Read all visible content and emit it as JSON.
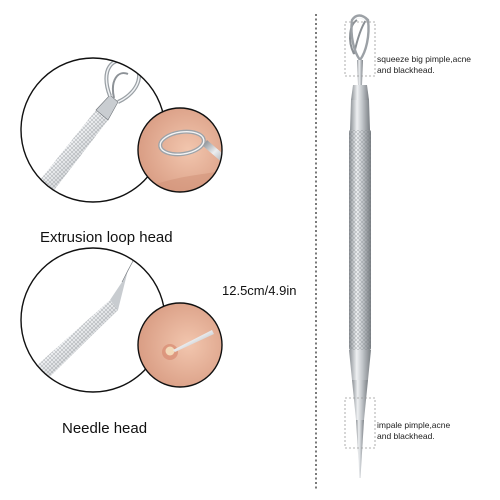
{
  "captions": {
    "loop_head": "Extrusion loop head",
    "needle_head": "Needle head"
  },
  "dimension": {
    "length": "12.5cm/4.9in"
  },
  "callouts": {
    "top_line1": "squeeze big pimple,acne",
    "top_line2": "and blackhead.",
    "bottom_line1": "impale pimple,acne",
    "bottom_line2": "and blackhead."
  },
  "colors": {
    "steel_light": "#e6e8ea",
    "steel_mid": "#b4b8bc",
    "steel_dark": "#7c8186",
    "skin": "#e9b8a0",
    "callout_line": "#888888"
  },
  "icons": {
    "loop_detail": "extrusion-loop-detail-icon",
    "needle_detail": "needle-detail-icon",
    "tool": "blackhead-remover-tool-icon"
  }
}
